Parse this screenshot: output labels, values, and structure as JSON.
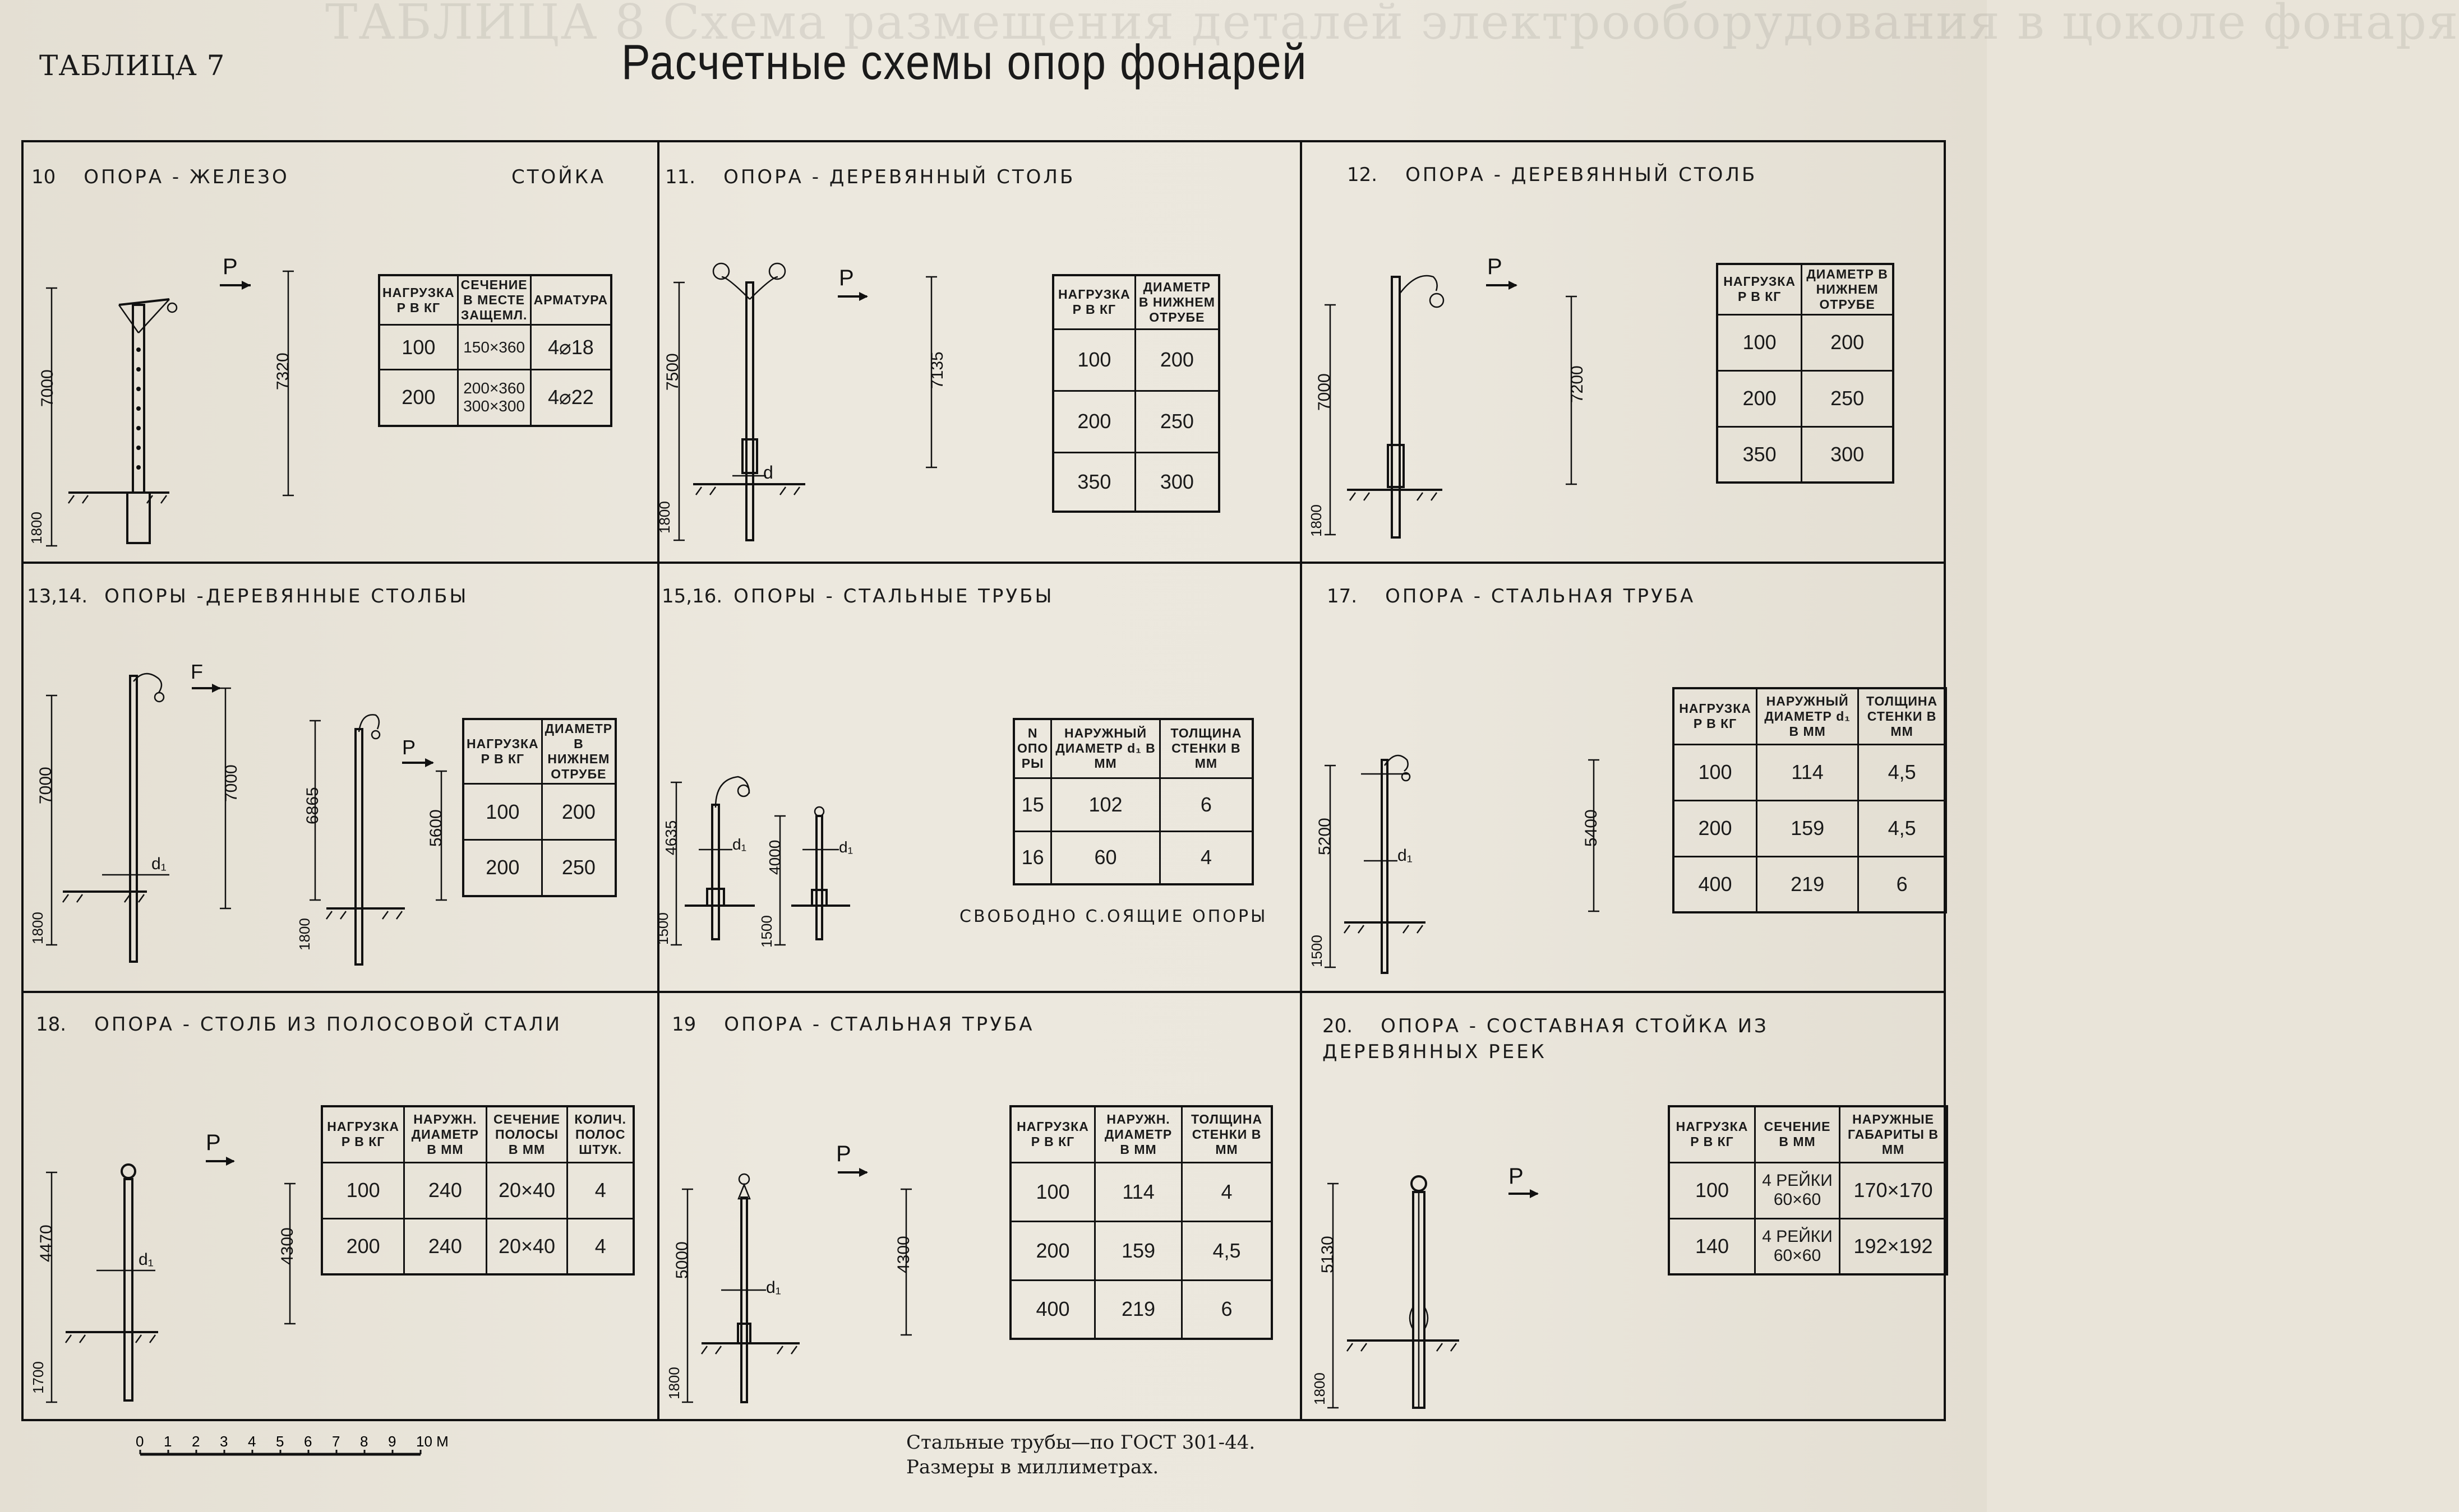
{
  "background_heading": "ТАБЛИЦА 8   Схема размещения деталей электрооборудования в цоколе фонаря",
  "table_label": "ТАБЛИЦА 7",
  "title": "Расчетные схемы опор фонарей",
  "cells": [
    {
      "num": "10",
      "caption": "ОПОРА - ЖЕЛЕЗО",
      "extra": "СТОЙКА",
      "load_symbol": "P",
      "dims": {
        "left_height": "7000",
        "left_base": "1800",
        "right_height": "7320"
      },
      "headers": [
        "НАГРУЗКА P В КГ",
        "СЕЧЕНИЕ В МЕСТЕ ЗАЩЕМЛ.",
        "АРМАТУРА"
      ],
      "rows": [
        [
          "100",
          "150×360",
          "4⌀18"
        ],
        [
          "200",
          "200×360 300×300",
          "4⌀22"
        ]
      ]
    },
    {
      "num": "11.",
      "caption": "ОПОРА - ДЕРЕВЯННЫЙ СТОЛБ",
      "load_symbol": "P",
      "d_label": "d",
      "dims": {
        "left_height": "7500",
        "left_base": "1800",
        "right_height": "7135"
      },
      "headers": [
        "НАГРУЗКА P В КГ",
        "ДИАМЕТР В НИЖНЕМ ОТРУБЕ"
      ],
      "rows": [
        [
          "100",
          "200"
        ],
        [
          "200",
          "250"
        ],
        [
          "350",
          "300"
        ]
      ]
    },
    {
      "num": "12.",
      "caption": "ОПОРА - ДЕРЕВЯННЫЙ СТОЛБ",
      "load_symbol": "P",
      "dims": {
        "left_height": "7000",
        "left_base": "1800",
        "right_height": "7200"
      },
      "headers": [
        "НАГРУЗКА P В КГ",
        "ДИАМЕТР В НИЖНЕМ ОТРУБЕ"
      ],
      "rows": [
        [
          "100",
          "200"
        ],
        [
          "200",
          "250"
        ],
        [
          "350",
          "300"
        ]
      ]
    },
    {
      "num": "13,14.",
      "caption": "ОПОРЫ -ДЕРЕВЯННЫЕ СТОЛБЫ",
      "load_symbol": "F",
      "load_symbol_2": "P",
      "d_label": "d₁",
      "dims": {
        "left_height": "7000",
        "left_base": "1800",
        "mid_height": "7000",
        "mid2_height": "6865",
        "mid2_sub": "5600",
        "mid2_base": "1800"
      },
      "headers": [
        "НАГРУЗКА P В КГ",
        "ДИАМЕТР В НИЖНЕМ ОТРУБЕ"
      ],
      "rows": [
        [
          "100",
          "200"
        ],
        [
          "200",
          "250"
        ]
      ]
    },
    {
      "num": "15,16.",
      "caption": "ОПОРЫ - СТАЛЬНЫЕ ТРУБЫ",
      "d_label": "d₁",
      "dims": {
        "a_height": "4635",
        "a_base": "1500",
        "b_height": "4000",
        "b_base": "1500"
      },
      "headers": [
        "N ОПО РЫ",
        "НАРУЖНЫЙ ДИАМЕТР d₁ В ММ",
        "ТОЛЩИНА СТЕНКИ В ММ"
      ],
      "rows": [
        [
          "15",
          "102",
          "6"
        ],
        [
          "16",
          "60",
          "4"
        ]
      ],
      "note": "СВОБОДНО С.ОЯЩИЕ ОПОРЫ"
    },
    {
      "num": "17.",
      "caption": "ОПОРА - СТАЛЬНАЯ ТРУБА",
      "d_label": "d₁",
      "dims": {
        "left_height": "5200",
        "left_base": "1500",
        "right_height": "5400"
      },
      "headers": [
        "НАГРУЗКА P В КГ",
        "НАРУЖНЫЙ ДИАМЕТР d₁ В ММ",
        "ТОЛЩИНА СТЕНКИ В ММ"
      ],
      "rows": [
        [
          "100",
          "114",
          "4,5"
        ],
        [
          "200",
          "159",
          "4,5"
        ],
        [
          "400",
          "219",
          "6"
        ]
      ]
    },
    {
      "num": "18.",
      "caption": "ОПОРА - СТОЛБ ИЗ ПОЛОСОВОЙ СТАЛИ",
      "load_symbol": "P",
      "d_label": "d₁",
      "dims": {
        "left_height": "4470",
        "left_base": "1700",
        "right_height": "4300"
      },
      "headers": [
        "НАГРУЗКА P В КГ",
        "НАРУЖН. ДИАМЕТР В ММ",
        "СЕЧЕНИЕ ПОЛОСЫ В ММ",
        "КОЛИЧ. ПОЛОС ШТУК."
      ],
      "rows": [
        [
          "100",
          "240",
          "20×40",
          "4"
        ],
        [
          "200",
          "240",
          "20×40",
          "4"
        ]
      ]
    },
    {
      "num": "19",
      "caption": "ОПОРА - СТАЛЬНАЯ ТРУБА",
      "load_symbol": "P",
      "d_label": "d₁",
      "dims": {
        "left_height": "5000",
        "left_base": "1800",
        "right_height": "4300"
      },
      "headers": [
        "НАГРУЗКА P В КГ",
        "НАРУЖН. ДИАМЕТР В ММ",
        "ТОЛЩИНА СТЕНКИ В ММ"
      ],
      "rows": [
        [
          "100",
          "114",
          "4"
        ],
        [
          "200",
          "159",
          "4,5"
        ],
        [
          "400",
          "219",
          "6"
        ]
      ]
    },
    {
      "num": "20.",
      "caption": "ОПОРА - СОСТАВНАЯ СТОЙКА ИЗ ДЕРЕВЯННЫХ РЕЕК",
      "load_symbol": "P",
      "dims": {
        "left_height": "5130",
        "left_base": "1800"
      },
      "headers": [
        "НАГРУЗКА P В КГ",
        "СЕЧЕНИЕ В ММ",
        "НАРУЖНЫЕ ГАБАРИТЫ В ММ"
      ],
      "rows": [
        [
          "100",
          "4 РЕЙКИ 60×60",
          "170×170"
        ],
        [
          "140",
          "4 РЕЙКИ 60×60",
          "192×192"
        ]
      ]
    }
  ],
  "scale_labels": [
    "0",
    "1",
    "2",
    "3",
    "4",
    "5",
    "6",
    "7",
    "8",
    "9",
    "10 М"
  ],
  "footer": {
    "line1": "Стальные трубы—по ГОСТ 301-44.",
    "line2": "Размеры в миллиметрах."
  }
}
